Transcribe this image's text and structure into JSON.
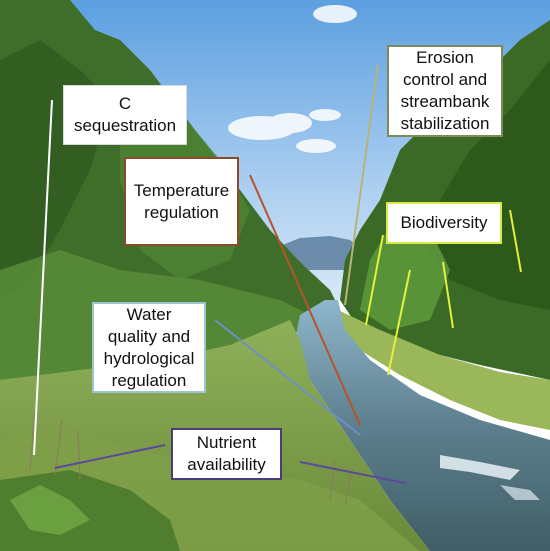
{
  "figure": {
    "labels": [
      {
        "id": "c-sequestration",
        "text": "C sequestration",
        "border_color": "#d8d8d8"
      },
      {
        "id": "temperature-regulation",
        "text": "Temperature regulation",
        "border_color": "#8b4a2b"
      },
      {
        "id": "water-quality",
        "text": "Water quality and hydrological regulation",
        "border_color": "#9fc3d6"
      },
      {
        "id": "nutrient-availability",
        "text": "Nutrient availability",
        "border_color": "#4a3d7a"
      },
      {
        "id": "erosion-control",
        "text": "Erosion control and streambank stabilization",
        "border_color": "#7d8a5c"
      },
      {
        "id": "biodiversity",
        "text": "Biodiversity",
        "border_color": "#d9e84a"
      }
    ],
    "leader_colors": {
      "c-sequestration": "#ffffff",
      "temperature-regulation": "#b5542b",
      "water-quality": "#6f8fc0",
      "nutrient-availability": "#5a4a9a",
      "erosion-control": "#b9b27a",
      "biodiversity": "#e4f03a"
    }
  }
}
